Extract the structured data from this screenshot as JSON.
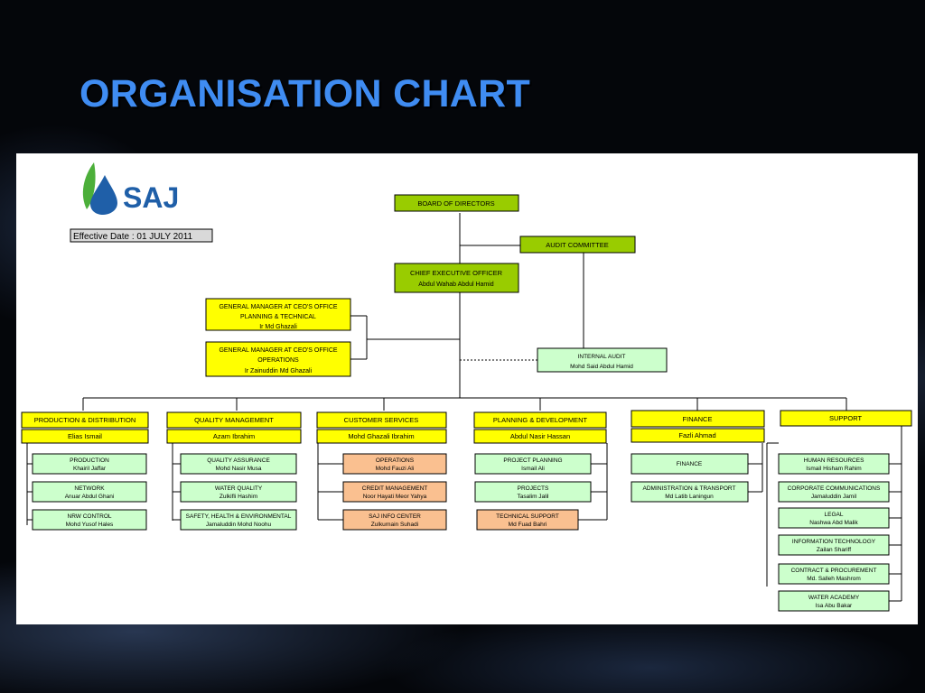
{
  "slide": {
    "title": "ORGANISATION CHART",
    "effective_date": "Effective Date :  01 JULY 2011"
  },
  "logo": {
    "text": "SAJ"
  },
  "colors": {
    "title": "#3f8cf2",
    "yellow": "#ffff00",
    "lime": "#99cc00",
    "light_green": "#ccffcc",
    "peach": "#fac090",
    "logo_blue": "#1f5fa8",
    "logo_green": "#4caf3a"
  },
  "org": {
    "board": "BOARD OF DIRECTORS",
    "audit_committee": "AUDIT COMMITTEE",
    "ceo": {
      "title": "CHIEF EXECUTIVE OFFICER",
      "name": "Abdul Wahab Abdul Hamid"
    },
    "gm_planning": {
      "line1": "GENERAL MANAGER AT CEO'S OFFICE",
      "line2": "PLANNING & TECHNICAL",
      "line3": "Ir Md Ghazali"
    },
    "gm_operations": {
      "line1": "GENERAL MANAGER AT CEO'S OFFICE",
      "line2": "OPERATIONS",
      "line3": "Ir Zainuddin Md Ghazali"
    },
    "internal_audit": {
      "title": "INTERNAL AUDIT",
      "name": "Mohd Said Abdul Hamid"
    },
    "departments": [
      {
        "title": "PRODUCTION & DISTRIBUTION",
        "head": "Elias Ismail",
        "units": [
          {
            "title": "PRODUCTION",
            "name": "Khairil Jaffar"
          },
          {
            "title": "NETWORK",
            "name": "Anuar Abdul Ghani"
          },
          {
            "title": "NRW CONTROL",
            "name": "Mohd Yusof Hales"
          }
        ]
      },
      {
        "title": "QUALITY MANAGEMENT",
        "head": "Azam Ibrahim",
        "units": [
          {
            "title": "QUALITY ASSURANCE",
            "name": "Mohd Nasir Musa"
          },
          {
            "title": "WATER QUALITY",
            "name": "Zulkifli Hashim"
          },
          {
            "title": "SAFETY, HEALTH & ENVIRONMENTAL",
            "name": "Jamaluddin Mohd Noohu"
          }
        ]
      },
      {
        "title": "CUSTOMER SERVICES",
        "head": "Mohd Ghazali Ibrahim",
        "units": [
          {
            "title": "OPERATIONS",
            "name": "Mohd Fauzi Ali"
          },
          {
            "title": "CREDIT MANAGEMENT",
            "name": "Noor Hayati Meor Yahya"
          },
          {
            "title": "SAJ INFO CENTER",
            "name": "Zulkurnain Suhadi"
          }
        ]
      },
      {
        "title": "PLANNING & DEVELOPMENT",
        "head": "Abdul Nasir Hassan",
        "units": [
          {
            "title": "PROJECT PLANNING",
            "name": "Ismail Ali"
          },
          {
            "title": "PROJECTS",
            "name": "Tasalim Jalil"
          },
          {
            "title": "TECHNICAL SUPPORT",
            "name": "Md Fuad Bahri"
          }
        ]
      },
      {
        "title": "FINANCE",
        "head": "Fazli Ahmad",
        "units": [
          {
            "title": "FINANCE",
            "name": ""
          },
          {
            "title": "ADMINISTRATION & TRANSPORT",
            "name": "Md Latib Laningun"
          }
        ]
      },
      {
        "title": "SUPPORT",
        "head": "",
        "units": [
          {
            "title": "HUMAN RESOURCES",
            "name": "Ismail Hisham Rahim"
          },
          {
            "title": "CORPORATE COMMUNICATIONS",
            "name": "Jamaluddin Jamil"
          },
          {
            "title": "LEGAL",
            "name": "Nashwa Abd Malik"
          },
          {
            "title": "INFORMATION TECHNOLOGY",
            "name": "Zailan Shariff"
          },
          {
            "title": "CONTRACT & PROCUREMENT",
            "name": "Md. Salleh Mashrom"
          },
          {
            "title": "WATER ACADEMY",
            "name": "Isa Abu Bakar"
          }
        ]
      }
    ]
  }
}
